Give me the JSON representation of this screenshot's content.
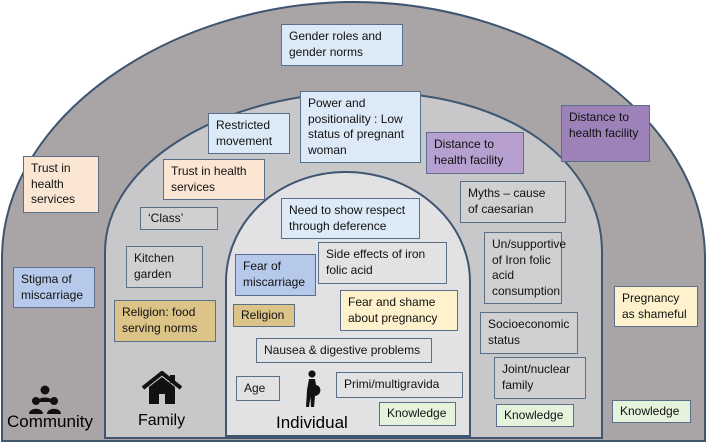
{
  "colors": {
    "outer_arch": "#a9a5a6",
    "middle_arch": "#c8c8cb",
    "inner_arch": "#e2e2e4",
    "arch_stroke": "#3f5570",
    "light_blue": "#dce9f6",
    "blue": "#b7c9ea",
    "peach": "#fbe6d4",
    "purple": "#b79fcf",
    "dark_purple": "#9c82b8",
    "gold": "#dcc488",
    "light_yellow": "#fdf2cc",
    "light_green": "#e6f3dc",
    "grey_box": "#d0d0d2"
  },
  "levels": {
    "community": "Community",
    "family": "Family",
    "individual": "Individual"
  },
  "icons": {
    "community": "people-group-icon",
    "family": "house-icon",
    "individual": "pregnant-woman-icon"
  },
  "community_boxes": {
    "gender_roles": "Gender roles and gender norms",
    "trust": "Trust in health services",
    "stigma": "Stigma of miscarriage",
    "distance": "Distance to health facility",
    "pregnancy_shameful": "Pregnancy as shameful",
    "knowledge": "Knowledge"
  },
  "family_boxes": {
    "restricted": "Restricted movement",
    "power": "Power and positionality : Low status of pregnant woman",
    "distance": "Distance to health facility",
    "trust": "Trust in health services",
    "class": "‘Class’",
    "myths": "Myths –  cause of caesarian",
    "kitchen": "Kitchen garden",
    "unsupportive": "Un/supportive of Iron folic acid consumption",
    "religion_food": "Religion: food serving norms",
    "socioeconomic": "Socioeconomic status",
    "joint_family": "Joint/nuclear family",
    "knowledge": "Knowledge"
  },
  "individual_boxes": {
    "respect": "Need to show respect through deference",
    "fear_miscarriage": "Fear of miscarriage",
    "side_effects": "Side effects of iron folic acid",
    "religion": "Religion",
    "fear_shame": "Fear and shame about pregnancy",
    "nausea": "Nausea & digestive problems",
    "age": "Age",
    "primi": "Primi/multigravida",
    "knowledge": "Knowledge"
  }
}
